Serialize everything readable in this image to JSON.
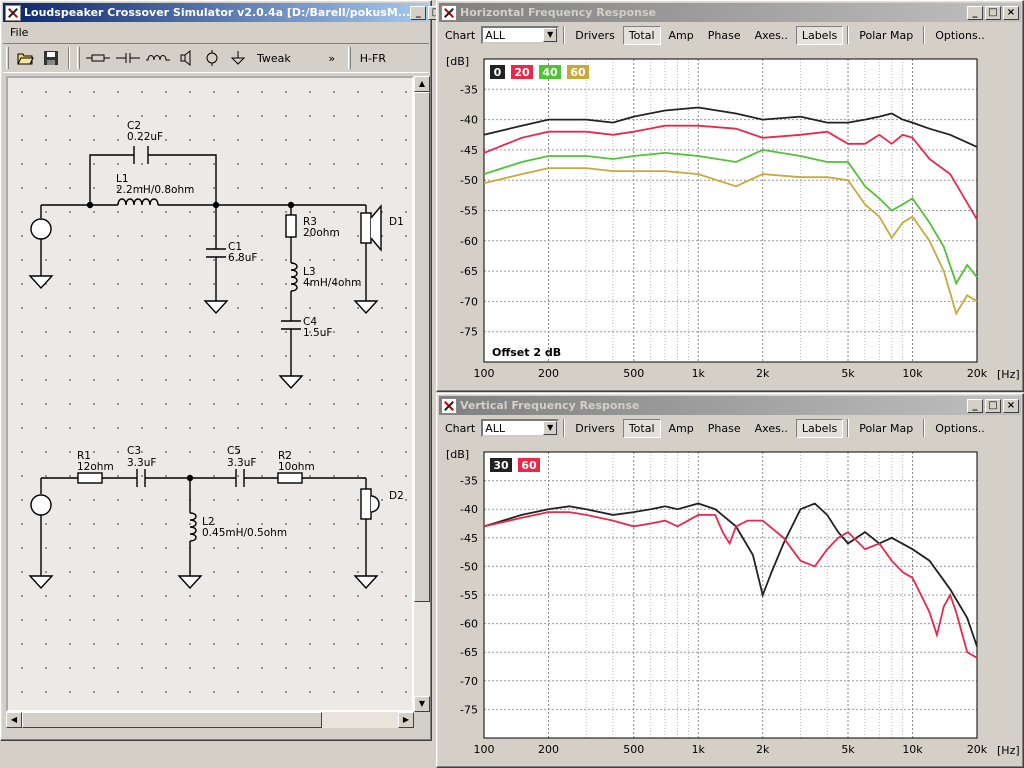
{
  "main_window": {
    "title": "Loudspeaker Crossover Simulator v2.0.4a [D:/Barell/pokusM...",
    "menu": [
      "File"
    ],
    "toolbar": {
      "tweak_label": "Tweak",
      "more_label": "»",
      "hfr_label": "H-FR"
    },
    "schematic_labels": [
      {
        "name": "c2",
        "text": "C2"
      },
      {
        "name": "c2-value",
        "text": "0.22uF"
      },
      {
        "name": "l1",
        "text": "L1"
      },
      {
        "name": "l1-value",
        "text": "2.2mH/0.8ohm"
      },
      {
        "name": "r3",
        "text": "R3"
      },
      {
        "name": "r3-value",
        "text": "20ohm"
      },
      {
        "name": "d1",
        "text": "D1"
      },
      {
        "name": "c1",
        "text": "C1"
      },
      {
        "name": "c1-value",
        "text": "6.8uF"
      },
      {
        "name": "l3",
        "text": "L3"
      },
      {
        "name": "l3-value",
        "text": "4mH/4ohm"
      },
      {
        "name": "c4",
        "text": "C4"
      },
      {
        "name": "c4-value",
        "text": "1.5uF"
      },
      {
        "name": "r1",
        "text": "R1"
      },
      {
        "name": "r1-value",
        "text": "12ohm"
      },
      {
        "name": "c3",
        "text": "C3"
      },
      {
        "name": "c3-value",
        "text": "3.3uF"
      },
      {
        "name": "c5",
        "text": "C5"
      },
      {
        "name": "c5-value",
        "text": "3.3uF"
      },
      {
        "name": "r2",
        "text": "R2"
      },
      {
        "name": "r2-value",
        "text": "10ohm"
      },
      {
        "name": "d2",
        "text": "D2"
      },
      {
        "name": "l2",
        "text": "L2"
      },
      {
        "name": "l2-value",
        "text": "0.45mH/0.5ohm"
      }
    ]
  },
  "chart_toolbar": {
    "chart_label": "Chart",
    "chart_select": "ALL",
    "drivers": "Drivers",
    "total": "Total",
    "amp": "Amp",
    "phase": "Phase",
    "axes": "Axes..",
    "labels": "Labels",
    "polar_map": "Polar Map",
    "options": "Options.."
  },
  "colors": {
    "black": "#222222",
    "red": "#e8294a",
    "green": "#4fc236",
    "olive": "#c8aa3c"
  },
  "chart_data": [
    {
      "type": "line",
      "window_title": "Horizontal Frequency Response",
      "ylabel": "[dB]",
      "xlabel": "[Hz]",
      "x_scale": "log",
      "xlim": [
        100,
        20000
      ],
      "ylim": [
        -80,
        -30
      ],
      "yticks": [
        -35,
        -40,
        -45,
        -50,
        -55,
        -60,
        -65,
        -70,
        -75
      ],
      "xticks": [
        {
          "v": 100,
          "t": "100"
        },
        {
          "v": 200,
          "t": "200"
        },
        {
          "v": 500,
          "t": "500"
        },
        {
          "v": 1000,
          "t": "1k"
        },
        {
          "v": 2000,
          "t": "2k"
        },
        {
          "v": 5000,
          "t": "5k"
        },
        {
          "v": 10000,
          "t": "10k"
        },
        {
          "v": 20000,
          "t": "20k"
        }
      ],
      "annotation": "Offset 2 dB",
      "legend": "top-left",
      "series": [
        {
          "name": "0",
          "color": "#222222",
          "x": [
            100,
            150,
            200,
            300,
            400,
            500,
            700,
            1000,
            1500,
            2000,
            3000,
            4000,
            5000,
            6000,
            7000,
            8000,
            9000,
            10000,
            12000,
            15000,
            20000
          ],
          "y": [
            -42.5,
            -41,
            -40,
            -40,
            -40.5,
            -39.5,
            -38.5,
            -38,
            -39,
            -40,
            -39.5,
            -40.5,
            -40.5,
            -40,
            -39.5,
            -39,
            -40,
            -40.5,
            -41.5,
            -42.5,
            -44.5
          ]
        },
        {
          "name": "20",
          "color": "#e8294a",
          "x": [
            100,
            150,
            200,
            300,
            400,
            500,
            700,
            1000,
            1500,
            2000,
            3000,
            4000,
            5000,
            6000,
            7000,
            8000,
            9000,
            10000,
            12000,
            15000,
            20000
          ],
          "y": [
            -45.5,
            -43,
            -42,
            -42,
            -42.5,
            -42,
            -41,
            -41,
            -41.5,
            -43,
            -42.5,
            -42,
            -44,
            -44,
            -42.5,
            -44,
            -42.5,
            -43,
            -46.5,
            -49,
            -56.5
          ]
        },
        {
          "name": "40",
          "color": "#4fc236",
          "x": [
            100,
            150,
            200,
            300,
            400,
            500,
            700,
            1000,
            1500,
            2000,
            3000,
            4000,
            5000,
            6000,
            7000,
            8000,
            9000,
            10000,
            12000,
            14000,
            16000,
            18000,
            20000
          ],
          "y": [
            -49,
            -47,
            -46,
            -46,
            -46.5,
            -46,
            -45.5,
            -46,
            -47,
            -45,
            -46,
            -47,
            -47,
            -51,
            -53,
            -55,
            -54,
            -53,
            -57,
            -61,
            -67,
            -64,
            -66
          ]
        },
        {
          "name": "60",
          "color": "#c8aa3c",
          "x": [
            100,
            150,
            200,
            300,
            400,
            500,
            700,
            1000,
            1500,
            2000,
            3000,
            4000,
            5000,
            6000,
            7000,
            8000,
            9000,
            10000,
            12000,
            14000,
            16000,
            18000,
            20000
          ],
          "y": [
            -50.5,
            -49,
            -48,
            -48,
            -48.5,
            -48.5,
            -48.5,
            -49,
            -51,
            -49,
            -49.5,
            -49.5,
            -50,
            -54,
            -56,
            -59.5,
            -57,
            -56,
            -60,
            -65,
            -72,
            -69,
            -70
          ]
        }
      ]
    },
    {
      "type": "line",
      "window_title": "Vertical Frequency Response",
      "ylabel": "[dB]",
      "xlabel": "[Hz]",
      "x_scale": "log",
      "xlim": [
        100,
        20000
      ],
      "ylim": [
        -80,
        -30
      ],
      "yticks": [
        -35,
        -40,
        -45,
        -50,
        -55,
        -60,
        -65,
        -70,
        -75
      ],
      "xticks": [
        {
          "v": 100,
          "t": "100"
        },
        {
          "v": 200,
          "t": "200"
        },
        {
          "v": 500,
          "t": "500"
        },
        {
          "v": 1000,
          "t": "1k"
        },
        {
          "v": 2000,
          "t": "2k"
        },
        {
          "v": 5000,
          "t": "5k"
        },
        {
          "v": 10000,
          "t": "10k"
        },
        {
          "v": 20000,
          "t": "20k"
        }
      ],
      "legend": "top-left",
      "series": [
        {
          "name": "30",
          "color": "#222222",
          "x": [
            100,
            150,
            200,
            250,
            300,
            400,
            500,
            600,
            700,
            800,
            1000,
            1200,
            1500,
            1800,
            2000,
            2200,
            2500,
            3000,
            3500,
            4000,
            4500,
            5000,
            6000,
            7000,
            8000,
            10000,
            12000,
            15000,
            18000,
            20000
          ],
          "y": [
            -43,
            -41,
            -40,
            -39.5,
            -40,
            -41,
            -40.5,
            -40,
            -39.5,
            -40,
            -39,
            -40,
            -43,
            -48,
            -55,
            -51,
            -46,
            -40,
            -39,
            -41,
            -44,
            -46,
            -44,
            -46,
            -45,
            -47,
            -49,
            -54,
            -59,
            -64
          ]
        },
        {
          "name": "60",
          "color": "#e8294a",
          "x": [
            100,
            150,
            200,
            250,
            300,
            400,
            500,
            600,
            700,
            800,
            1000,
            1200,
            1300,
            1400,
            1500,
            1700,
            2000,
            2500,
            3000,
            3500,
            4000,
            4500,
            5000,
            6000,
            7000,
            8000,
            9000,
            10000,
            12000,
            13000,
            14000,
            15000,
            16000,
            18000,
            20000
          ],
          "y": [
            -43,
            -41.5,
            -40.5,
            -40.5,
            -41,
            -42,
            -43,
            -42.5,
            -42,
            -43,
            -41,
            -41,
            -44,
            -46,
            -43,
            -42,
            -42,
            -45,
            -49,
            -50,
            -47,
            -45,
            -44,
            -47,
            -46,
            -49,
            -51,
            -52,
            -58,
            -62,
            -57,
            -55,
            -58,
            -65,
            -66
          ]
        }
      ]
    }
  ]
}
